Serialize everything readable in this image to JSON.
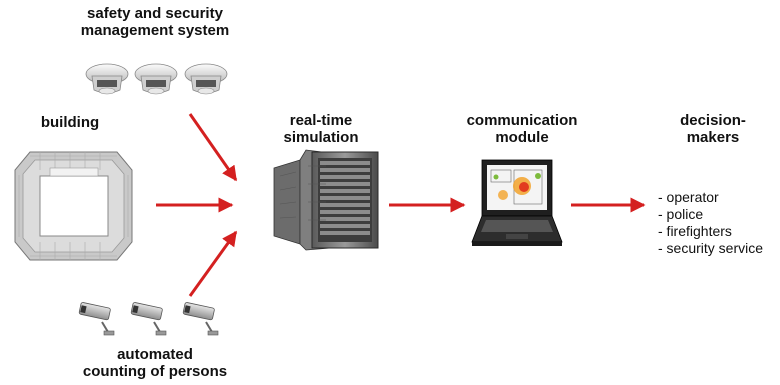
{
  "labels": {
    "safety_title_line1": "safety and security",
    "safety_title_line2": "management system",
    "building": "building",
    "simulation_line1": "real-time",
    "simulation_line2": "simulation",
    "communication_line1": "communication",
    "communication_line2": "module",
    "decision_line1": "decision-",
    "decision_line2": "makers",
    "counting_line1": "automated",
    "counting_line2": "counting of persons"
  },
  "decision_makers": [
    "- operator",
    "- police",
    "- firefighters",
    "- security service"
  ],
  "colors": {
    "arrow": "#d42020",
    "heatmap_hot": "#e23b1f",
    "heatmap_warm": "#f2a22a",
    "heatmap_green": "#7dbb3c"
  },
  "icons": [
    "smoke-detector-icon",
    "stadium-icon",
    "server-rack-icon",
    "laptop-icon",
    "surveillance-camera-icon"
  ]
}
